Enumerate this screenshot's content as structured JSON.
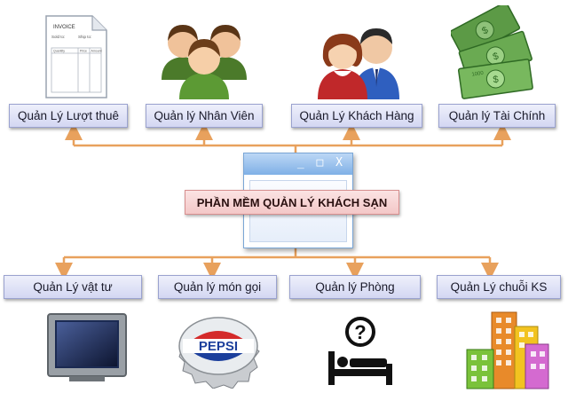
{
  "center": {
    "title": "PHẦN MỀM QUẢN LÝ KHÁCH SẠN",
    "window_buttons": "_ □ X"
  },
  "top_modules": [
    {
      "label": "Quản Lý Lượt thuê",
      "icon": "invoice-icon"
    },
    {
      "label": "Quản lý Nhân Viên",
      "icon": "staff-group-icon"
    },
    {
      "label": "Quản Lý Khách Hàng",
      "icon": "customers-icon"
    },
    {
      "label": "Quản lý Tài Chính",
      "icon": "money-icon"
    }
  ],
  "bottom_modules": [
    {
      "label": "Quản Lý vật tư",
      "icon": "tv-icon"
    },
    {
      "label": "Quản lý món gọi",
      "icon": "pepsi-cap-icon"
    },
    {
      "label": "Quản lý Phòng",
      "icon": "room-bed-icon"
    },
    {
      "label": "Quản Lý chuỗi KS",
      "icon": "buildings-icon"
    }
  ],
  "invoice": {
    "heading": "INVOICE",
    "sold_to": "Sold to:",
    "ship_to": "Ship to:",
    "col_quantity": "Quantity",
    "col_price": "Price",
    "col_amount": "Amount"
  },
  "pepsi_text": "PEPSI",
  "money_denomination": "1000",
  "colors": {
    "connector": "#e8a15d",
    "module_fill": "#dde0f6",
    "title_fill": "#f6d2d2"
  }
}
